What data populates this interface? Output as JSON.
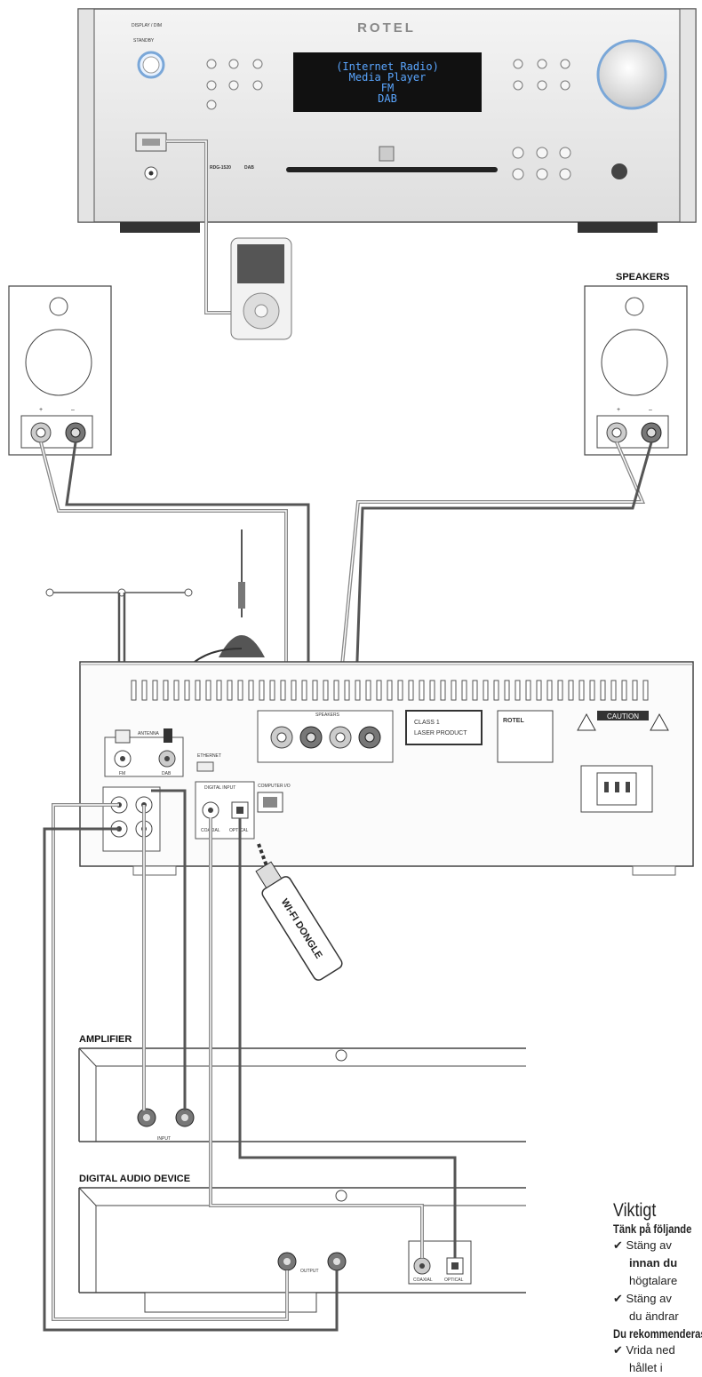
{
  "player": {
    "brand": "ROTEL",
    "display_lines": [
      "(Internet Radio)",
      "Media Player",
      "FM",
      "DAB"
    ],
    "model": "RDG-1520",
    "standby": "STANDBY",
    "dab": "DAB"
  },
  "labels": {
    "speakers": "SPEAKERS",
    "amplifier": "AMPLIFIER",
    "digital_audio_device": "DIGITAL AUDIO DEVICE",
    "wifi_dongle": "WI-FI DONGLE",
    "input": "INPUT",
    "output": "OUTPUT",
    "plus": "+",
    "minus": "–",
    "laser_1": "CLASS 1",
    "laser_2": "LASER PRODUCT",
    "caution": "CAUTION",
    "rotel_plate": "ROTEL",
    "coaxial": "COAXIAL",
    "optical": "OPTICAL",
    "fm": "FM",
    "dab": "DAB",
    "antenna": "ANTENNA",
    "digital_input": "DIGITAL INPUT",
    "computer_io": "COMPUTER I/O",
    "ethernet": "ETHERNET",
    "speakers_panel": "SPEAKERS"
  },
  "notes": {
    "title": "Viktigt",
    "line1": "Tänk på följande",
    "item1_a": "Stäng av",
    "item1_b": "innan du",
    "item1_c": "högtalare",
    "item2_a": "Stäng av",
    "item2_b": "du ändrar",
    "line2": "Du rekommenderas",
    "item3_a": "Vrida ned",
    "item3_b": "hållet i"
  }
}
